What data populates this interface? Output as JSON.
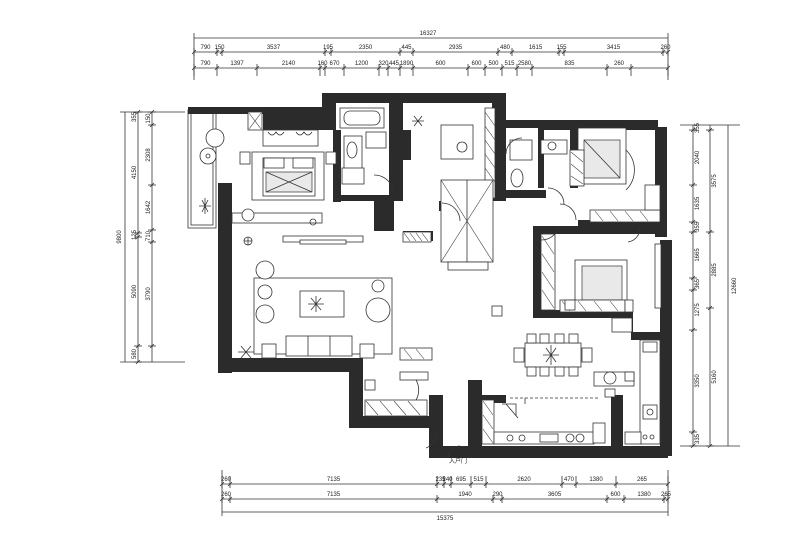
{
  "plan": {
    "top_overall": "16327",
    "top_row1": [
      "790",
      "150",
      "3537",
      "195",
      "2350",
      "445",
      "2935",
      "480",
      "1615",
      "155",
      "3415",
      "260"
    ],
    "top_row2": [
      "790",
      "1397",
      "2140",
      "160",
      "670",
      "1200",
      "320",
      "445",
      "1890",
      "600",
      "600",
      "500",
      "515",
      "2580",
      "835",
      "260"
    ],
    "bottom_row1": [
      "260",
      "7135",
      "235",
      "240",
      "695",
      "515",
      "2620",
      "470",
      "1380",
      "265"
    ],
    "bottom_row2": [
      "260",
      "7135",
      "1940",
      "290",
      "3605",
      "600",
      "1380",
      "265"
    ],
    "bottom_overall": "15375",
    "left_overall": "9800",
    "left_col1": [
      "4150",
      "125",
      "5090",
      "580"
    ],
    "left_col2": [
      "150",
      "2308",
      "1642",
      "710",
      "3790"
    ],
    "left_col1_top": "355",
    "right_overall": "12660",
    "right_col1": [
      "2040",
      "1635",
      "355",
      "1665",
      "365",
      "1275",
      "3350",
      "335"
    ],
    "right_col2": [
      "3575",
      "2885",
      "5160"
    ],
    "right_col1_top": "355",
    "right_col1_mid": [
      "350",
      "465"
    ],
    "entry_note": "入户门"
  }
}
